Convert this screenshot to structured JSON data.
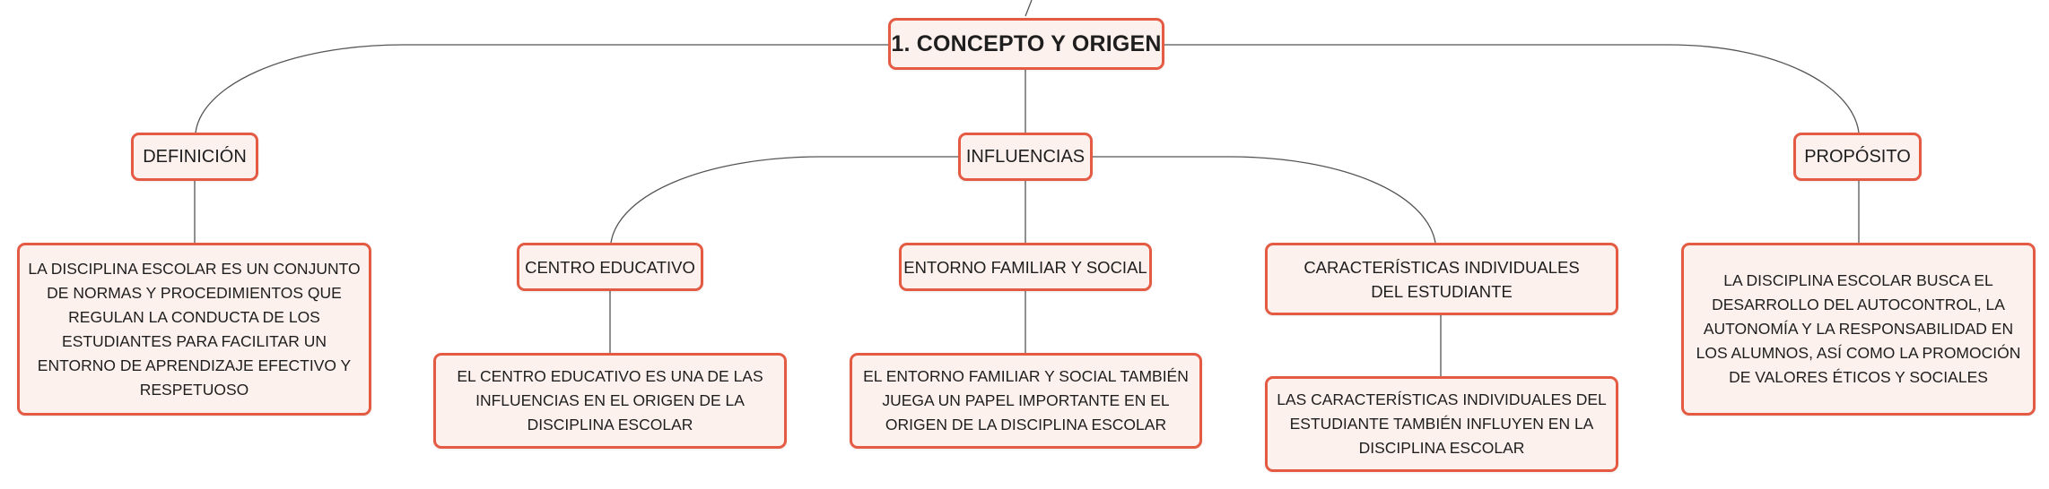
{
  "root": {
    "title": "1. CONCEPTO Y ORIGEN"
  },
  "branches": {
    "definicion": {
      "title": "DEFINICIÓN",
      "text": "LA DISCIPLINA ESCOLAR ES UN CONJUNTO DE NORMAS Y PROCEDIMIENTOS QUE REGULAN LA CONDUCTA DE LOS ESTUDIANTES PARA FACILITAR UN ENTORNO DE APRENDIZAJE EFECTIVO Y RESPETUOSO"
    },
    "influencias": {
      "title": "INFLUENCIAS",
      "centro": {
        "title": "CENTRO EDUCATIVO",
        "text": "EL CENTRO EDUCATIVO ES UNA DE LAS INFLUENCIAS EN EL ORIGEN DE LA DISCIPLINA ESCOLAR"
      },
      "entorno": {
        "title": "ENTORNO FAMILIAR Y SOCIAL",
        "text": "EL ENTORNO FAMILIAR Y SOCIAL TAMBIÉN JUEGA UN PAPEL IMPORTANTE EN EL ORIGEN DE LA DISCIPLINA ESCOLAR"
      },
      "caracteristicas": {
        "title": "CARACTERÍSTICAS INDIVIDUALES DEL ESTUDIANTE",
        "text": "LAS CARACTERÍSTICAS INDIVIDUALES DEL ESTUDIANTE TAMBIÉN INFLUYEN EN LA DISCIPLINA ESCOLAR"
      }
    },
    "proposito": {
      "title": "PROPÓSITO",
      "text": "LA DISCIPLINA ESCOLAR BUSCA EL DESARROLLO DEL AUTOCONTROL, LA AUTONOMÍA Y LA RESPONSABILIDAD EN LOS ALUMNOS, ASÍ COMO LA PROMOCIÓN DE VALORES ÉTICOS Y SOCIALES"
    }
  },
  "style": {
    "node_border": "#e45a43",
    "node_fill": "#fdf1ee",
    "line": "#555555"
  }
}
